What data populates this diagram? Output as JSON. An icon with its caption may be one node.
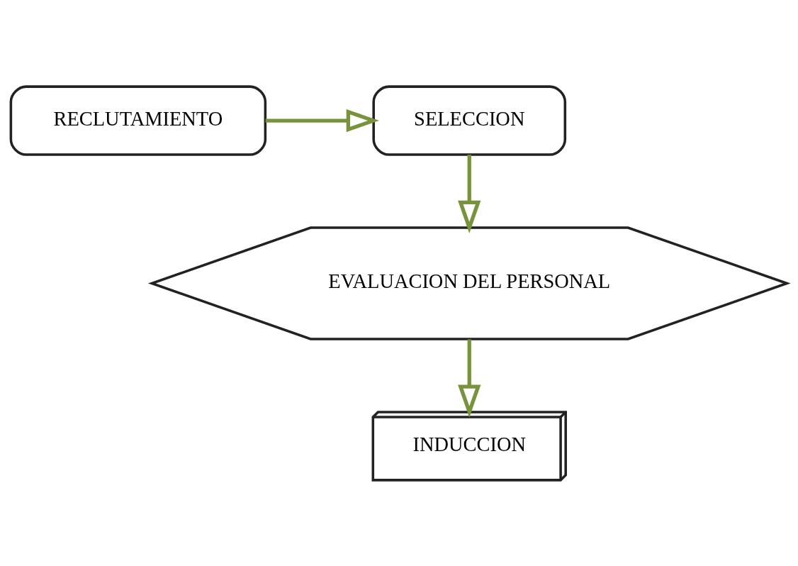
{
  "diagram": {
    "nodes": [
      {
        "text": [
          "RECLUTAMIENTO"
        ]
      },
      {
        "text": [
          "SELECCION"
        ]
      },
      {
        "text": [
          "EVALUACION DEL PERSONAL"
        ]
      },
      {
        "text": [
          "INDUCCION"
        ]
      }
    ],
    "edges": [
      {
        "from": 0,
        "to": 1,
        "arrow": "to"
      },
      {
        "from": 1,
        "to": 2,
        "arrow": "to"
      },
      {
        "from": 2,
        "to": 3,
        "arrow": "to"
      }
    ]
  }
}
